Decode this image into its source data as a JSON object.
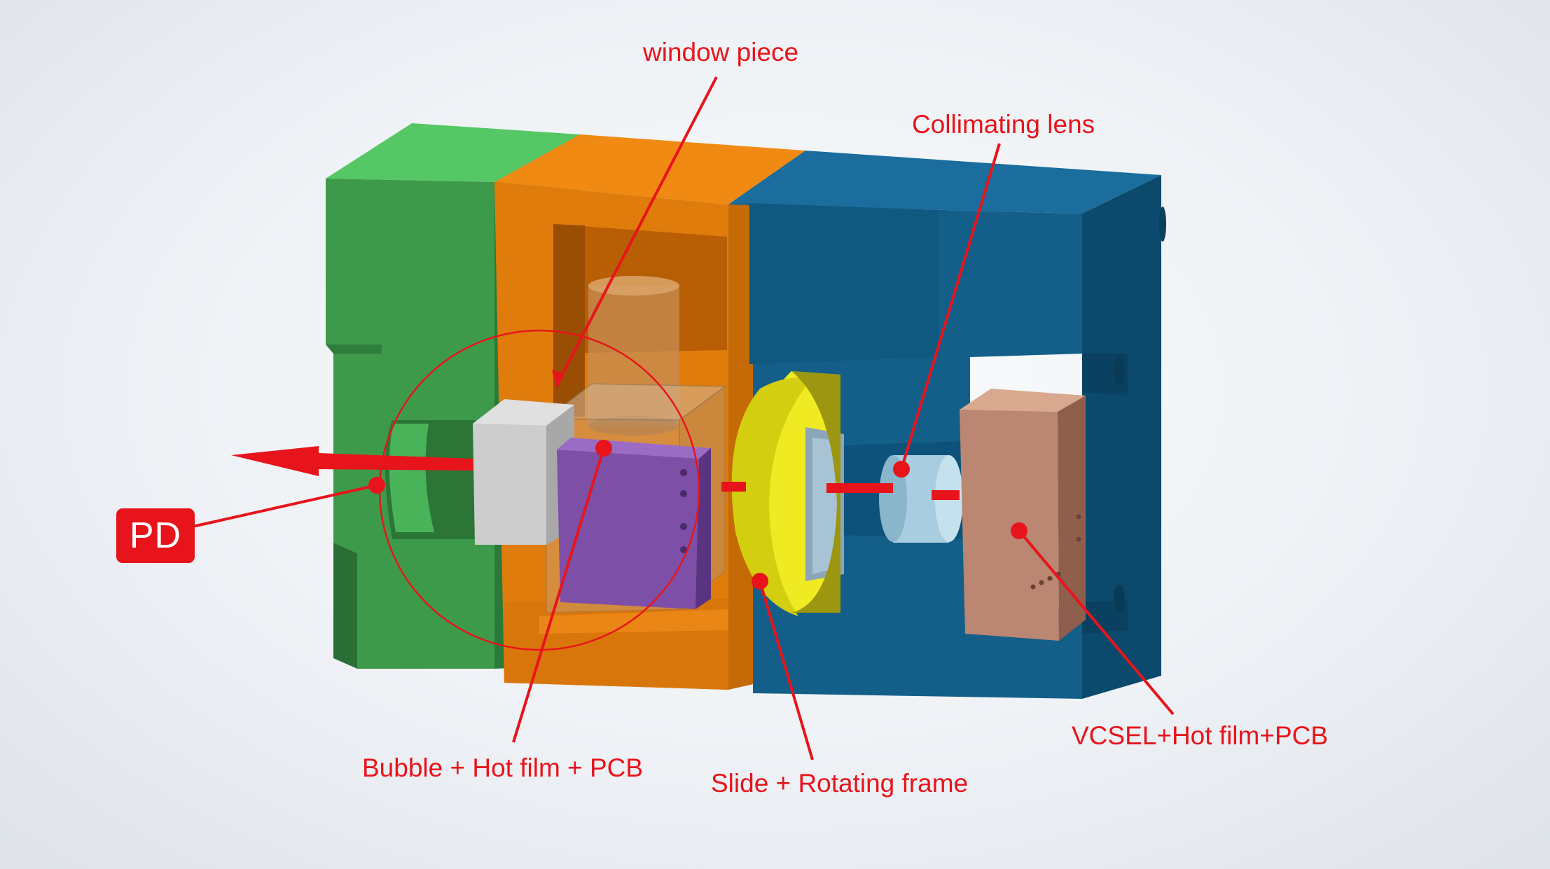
{
  "labels": {
    "window_piece": "window piece",
    "collimating_lens": "Collimating lens",
    "bubble": "Bubble + Hot film + PCB",
    "slide": "Slide + Rotating frame",
    "vcsel": "VCSEL+Hot film+PCB",
    "pd": "PD"
  },
  "colors": {
    "annotation": "#e8141b",
    "green_block": "#3f9a4c",
    "orange_block": "#e07d0c",
    "blue_block": "#135f8a",
    "yellow_frame": "#e8e21a",
    "purple_pcb": "#7e4fa6",
    "tan_pcb": "#bb8672",
    "lens": "#a9cde0",
    "background": "#eef1f5"
  }
}
